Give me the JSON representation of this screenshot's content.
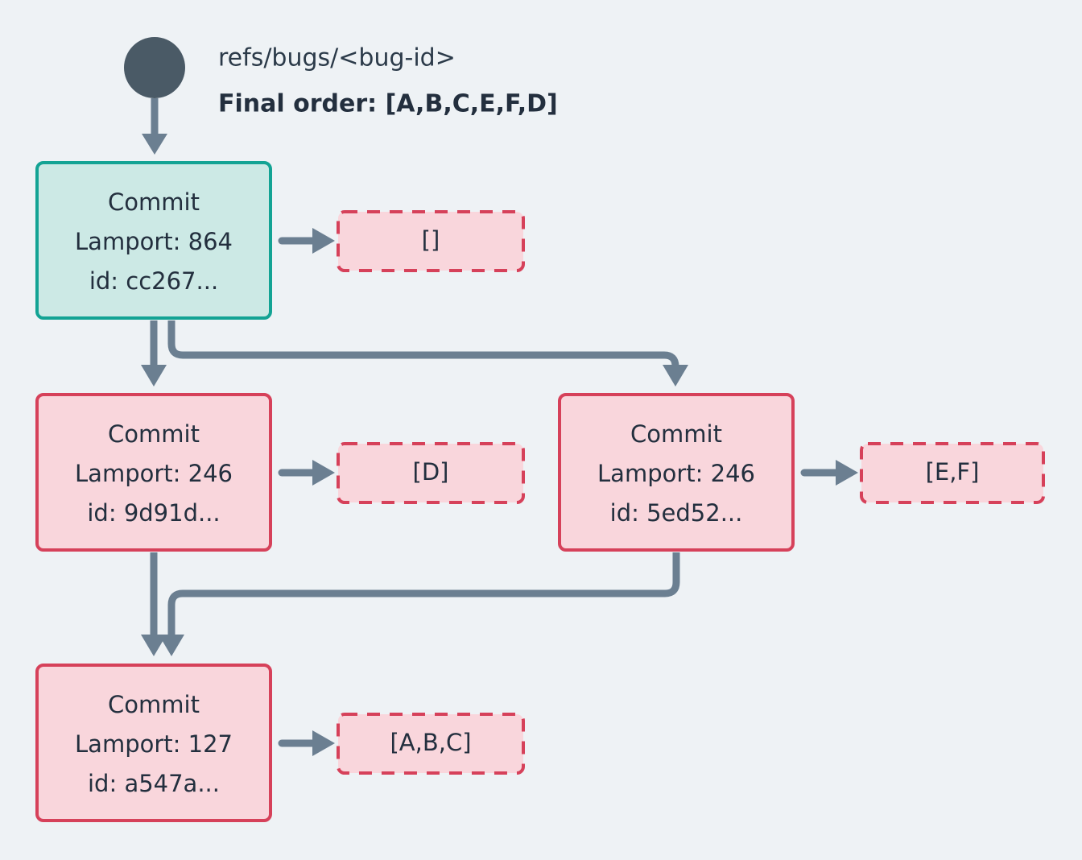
{
  "diagram": {
    "type": "commit-dag",
    "background_color": "#eef2f5",
    "root": {
      "marker": "root-dot",
      "color": "#4a5a66",
      "ref_label": "refs/bugs/<bug-id>",
      "order_label": "Final order: [A,B,C,E,F,D]"
    },
    "colors": {
      "teal_fill": "#cce9e5",
      "teal_stroke": "#13a394",
      "pink_fill": "#f9d6dc",
      "pink_stroke": "#d6415a",
      "edge": "#6b7f91",
      "text": "#232f3e"
    },
    "nodes": [
      {
        "id": "cc267",
        "style": "teal",
        "title": "Commit",
        "lamport": "Lamport: 864",
        "hash": "id: cc267...",
        "annotation": "[]"
      },
      {
        "id": "9d91d",
        "style": "pink",
        "title": "Commit",
        "lamport": "Lamport: 246",
        "hash": "id: 9d91d...",
        "annotation": "[D]"
      },
      {
        "id": "5ed52",
        "style": "pink",
        "title": "Commit",
        "lamport": "Lamport: 246",
        "hash": "id: 5ed52...",
        "annotation": "[E,F]"
      },
      {
        "id": "a547a",
        "style": "pink",
        "title": "Commit",
        "lamport": "Lamport: 127",
        "hash": "id: a547a...",
        "annotation": "[A,B,C]"
      }
    ],
    "edges": [
      {
        "from": "root",
        "to": "cc267"
      },
      {
        "from": "cc267",
        "to": "9d91d"
      },
      {
        "from": "cc267",
        "to": "5ed52"
      },
      {
        "from": "9d91d",
        "to": "a547a"
      },
      {
        "from": "5ed52",
        "to": "a547a"
      }
    ]
  }
}
